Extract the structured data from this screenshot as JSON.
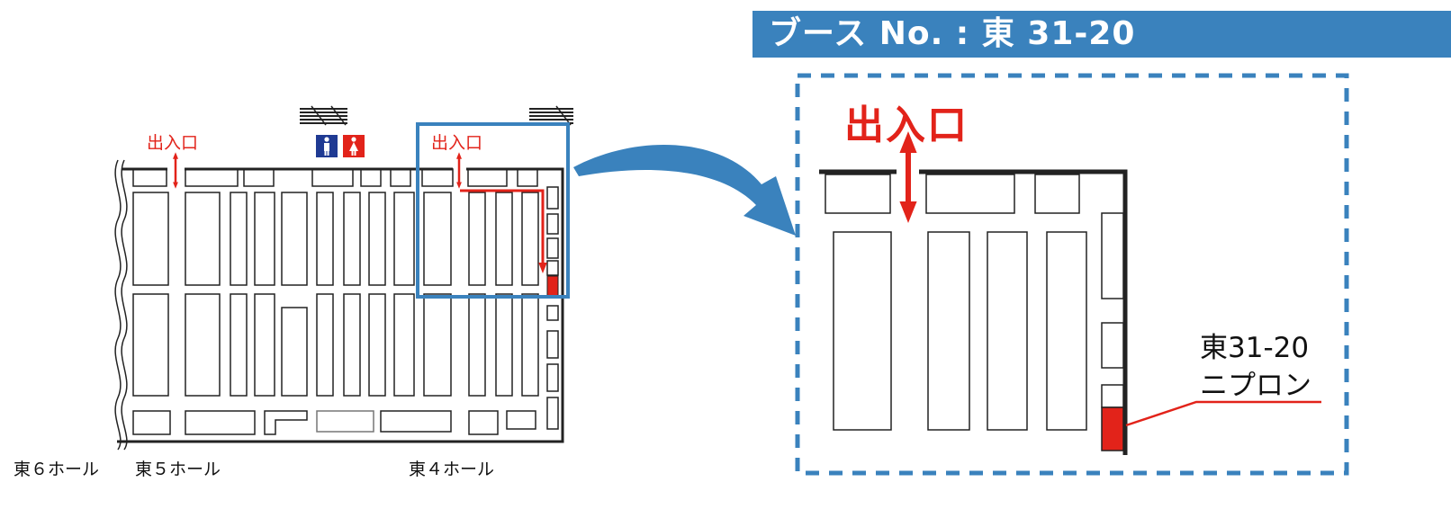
{
  "header": {
    "booth_title": "ブース No. : 東 31-20"
  },
  "overview": {
    "entrance_left": "出入口",
    "entrance_right": "出入口",
    "hall_labels": [
      "東６ホール",
      "東５ホール",
      "東４ホール"
    ]
  },
  "detail": {
    "entrance": "出入口",
    "booth_code": "東31-20",
    "exhibitor": "ニプロン"
  },
  "colors": {
    "accent_blue": "#3a82bd",
    "highlight_red": "#e2231a",
    "male_blue": "#1f3a93",
    "female_red": "#e2231a"
  }
}
